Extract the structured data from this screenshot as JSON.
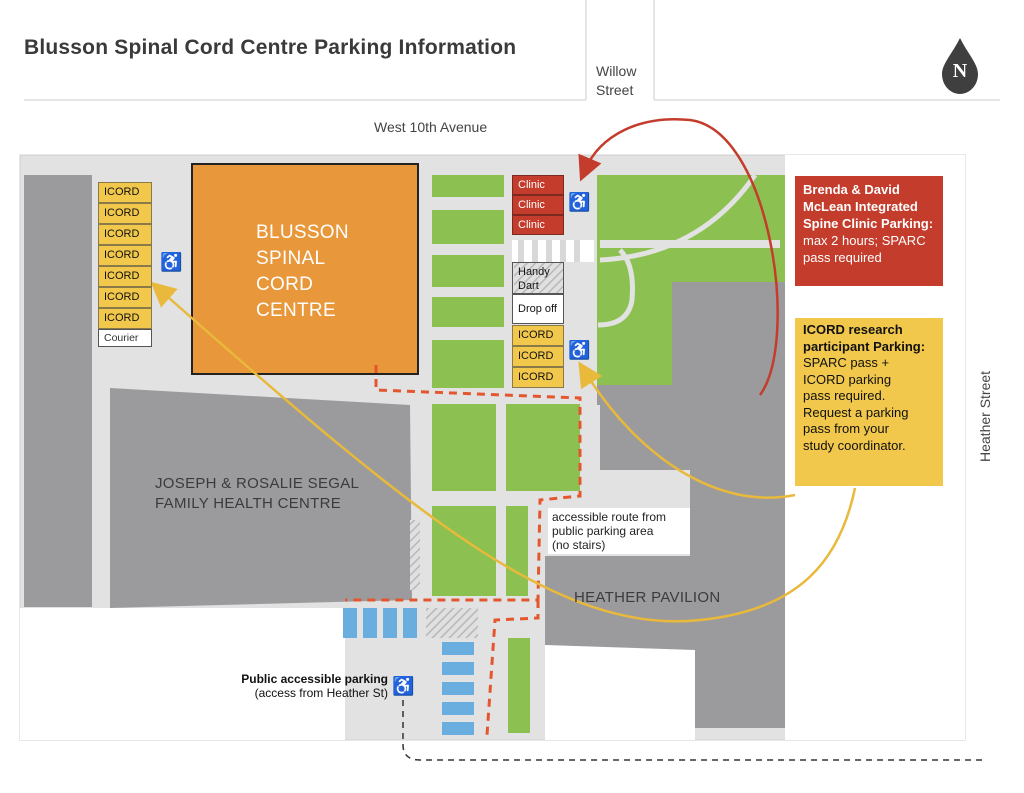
{
  "title": "Blusson Spinal Cord Centre Parking Information",
  "streets": {
    "willow": [
      "Willow",
      "Street"
    ],
    "west10": "West 10th Avenue",
    "heather": "Heather Street"
  },
  "north_label": "N",
  "icons": {
    "wheelchair": "wheelchair-icon",
    "north": "north-arrow-icon"
  },
  "colors": {
    "orange": "#e8973a",
    "red": "#c43c2b",
    "yellow": "#f1c84b",
    "green": "#8cc152",
    "blue": "#6aaee0",
    "route": "#e4572e"
  },
  "buildings": {
    "blusson": [
      "BLUSSON",
      "SPINAL",
      "CORD",
      "CENTRE"
    ],
    "segal": [
      "JOSEPH & ROSALIE SEGAL",
      "FAMILY HEALTH CENTRE"
    ],
    "heather_pavilion": "HEATHER PAVILION"
  },
  "left_lot": {
    "spots": [
      "ICORD",
      "ICORD",
      "ICORD",
      "ICORD",
      "ICORD",
      "ICORD",
      "ICORD"
    ],
    "courier": "Courier"
  },
  "right_lot": {
    "clinic": [
      "Clinic",
      "Clinic",
      "Clinic"
    ],
    "handy_dart": [
      "Handy",
      "Dart"
    ],
    "drop_off": "Drop off",
    "icord": [
      "ICORD",
      "ICORD",
      "ICORD"
    ]
  },
  "accessible_route": [
    "accessible route from",
    "public parking area",
    "(no stairs)"
  ],
  "public_parking": {
    "title": "Public accessible parking",
    "subtitle": "(access from Heather St)"
  },
  "info_clinic": {
    "bold": [
      "Brenda & David",
      "McLean Integrated",
      "Spine Clinic Parking:"
    ],
    "text": [
      "max 2 hours; SPARC",
      "pass required"
    ]
  },
  "info_icord": {
    "bold": [
      "ICORD research",
      "participant Parking:"
    ],
    "text": [
      "SPARC pass +",
      "ICORD parking",
      "pass required.",
      "Request a parking",
      "pass from your",
      "study coordinator."
    ]
  }
}
